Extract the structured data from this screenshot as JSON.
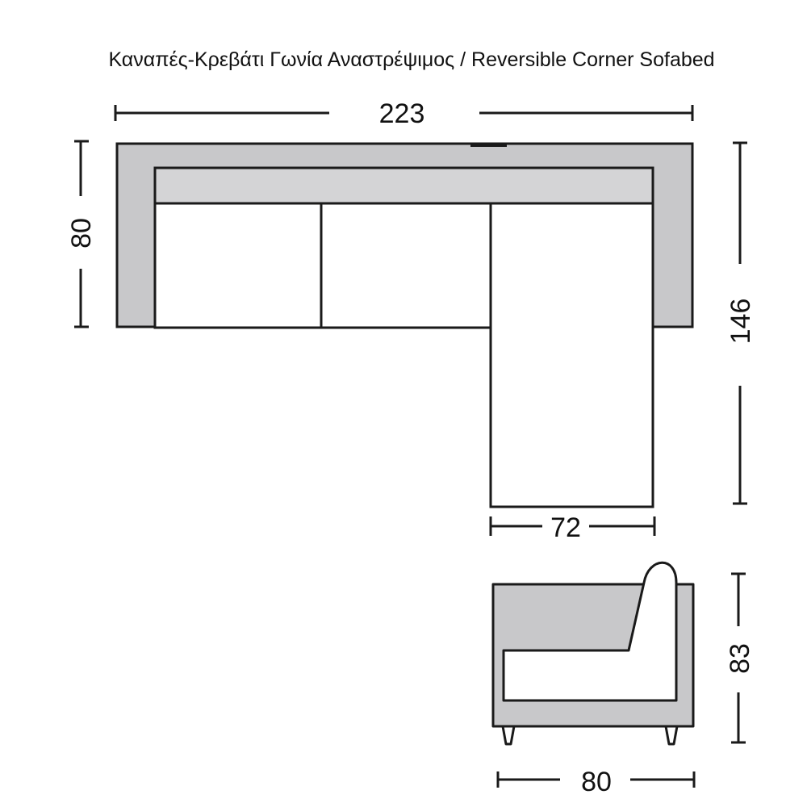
{
  "title": "Καναπές-Κρεβάτι Γωνία Αναστρέψιμος / Reversible Corner Sofabed",
  "dimensions": {
    "total_width": "223",
    "main_depth": "80",
    "chaise_length": "146",
    "chaise_width": "72",
    "side_height": "83",
    "side_depth": "80"
  },
  "colors": {
    "upholstery": "#c8c8ca",
    "backrest_top": "#d4d4d6",
    "seat": "#ffffff",
    "outline": "#1a1a1a"
  }
}
